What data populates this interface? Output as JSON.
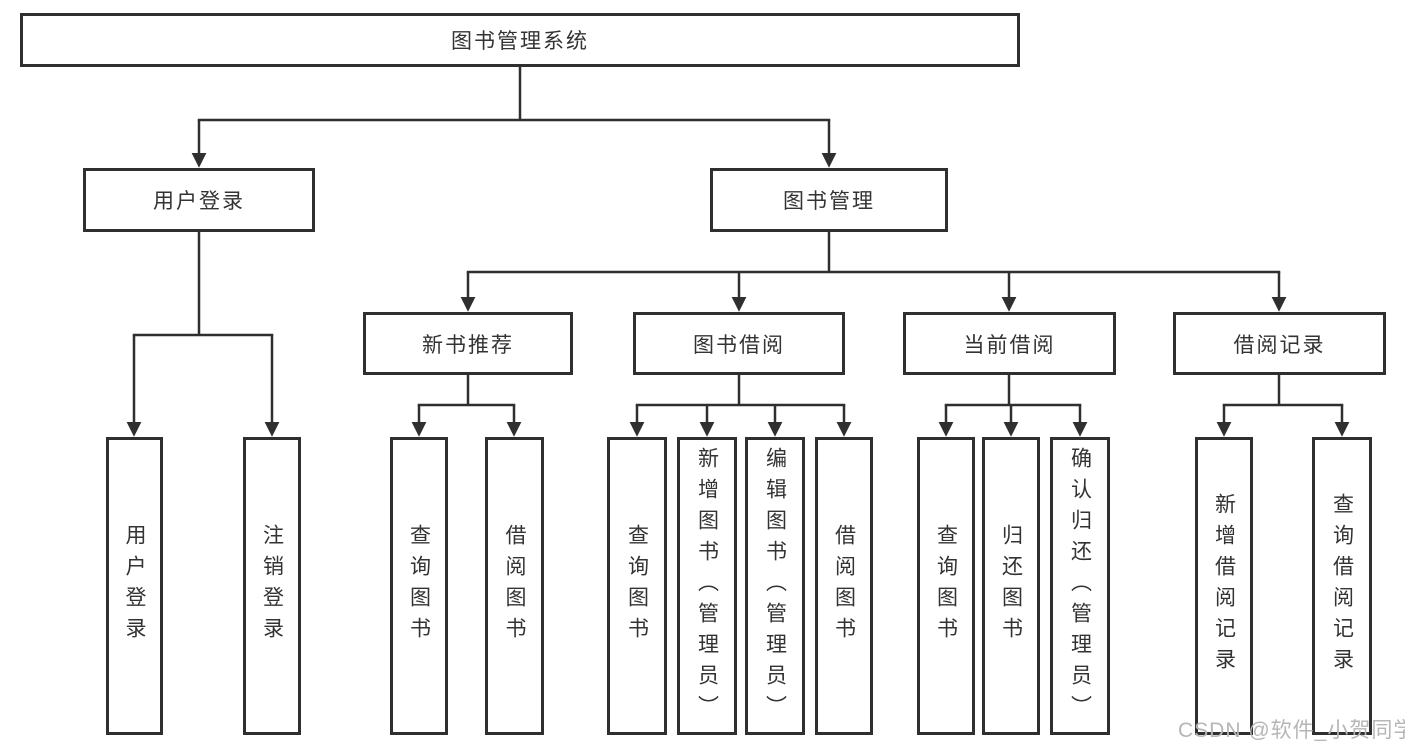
{
  "diagram": {
    "root": {
      "label": "图书管理系统"
    },
    "level2": {
      "login": {
        "label": "用户登录"
      },
      "mgmt": {
        "label": "图书管理"
      }
    },
    "level3": {
      "newbook": {
        "label": "新书推荐"
      },
      "borrow": {
        "label": "图书借阅"
      },
      "current": {
        "label": "当前借阅"
      },
      "records": {
        "label": "借阅记录"
      }
    },
    "leaves": {
      "login": [
        "用户登录",
        "注销登录"
      ],
      "newbook": [
        "查询图书",
        "借阅图书"
      ],
      "borrow": [
        "查询图书",
        "新增图书（管理员）",
        "编辑图书（管理员）",
        "借阅图书"
      ],
      "current": [
        "查询图书",
        "归还图书",
        "确认归还（管理员）"
      ],
      "records": [
        "新增借阅记录",
        "查询借阅记录"
      ]
    },
    "colors": {
      "line": "#2f2f2f",
      "text": "#333333",
      "box_background": "#ffffff",
      "watermark": "#b6b6b6"
    },
    "watermark": "CSDN @软件_小贺同学"
  }
}
